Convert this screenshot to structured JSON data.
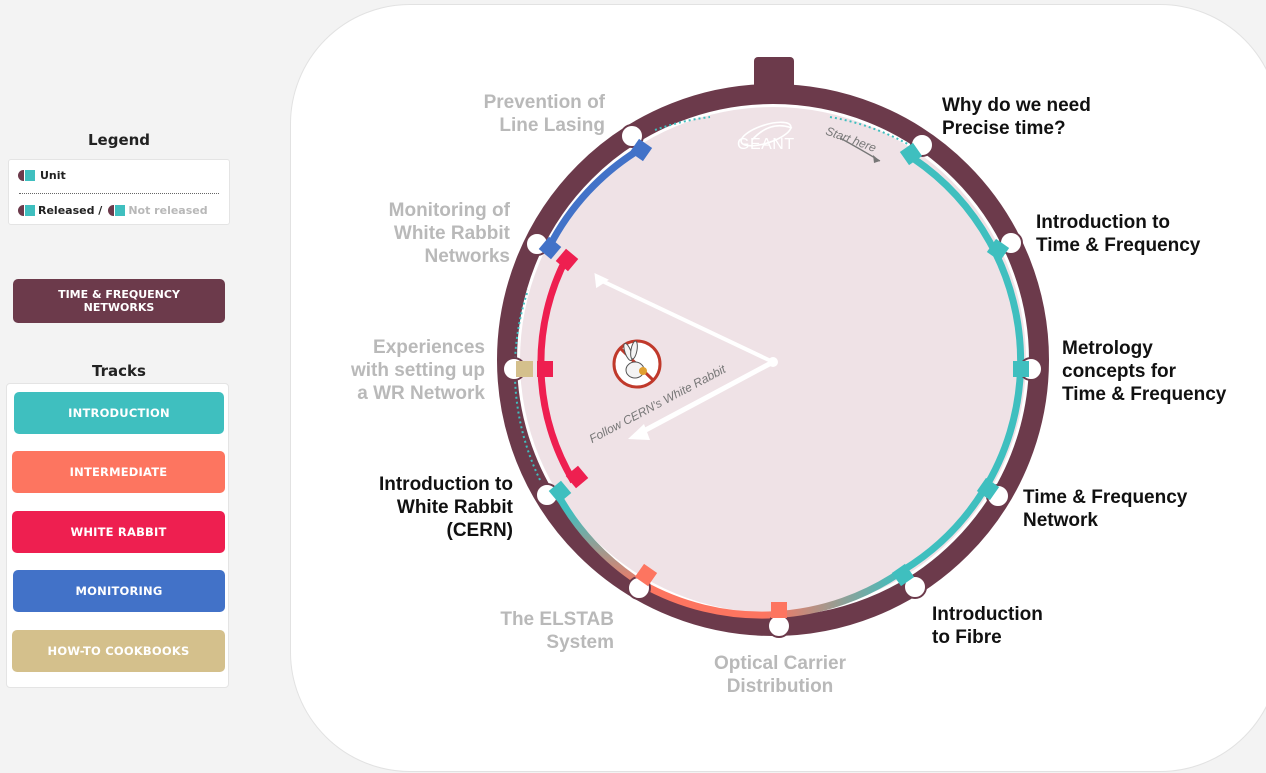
{
  "legend": {
    "title": "Legend",
    "unit_label": "Unit",
    "released_label": "Released /",
    "not_released_label": "Not released"
  },
  "program_button": "TIME & FREQUENCY\nNETWORKS",
  "tracks": {
    "title": "Tracks",
    "items": [
      {
        "label": "INTRODUCTION",
        "color": "#3fbfbf"
      },
      {
        "label": "INTERMEDIATE",
        "color": "#fd7560"
      },
      {
        "label": "WHITE RABBIT",
        "color": "#ee1f50"
      },
      {
        "label": "MONITORING",
        "color": "#4272c8"
      },
      {
        "label": "HOW-TO COOKBOOKS",
        "color": "#d4c08c"
      }
    ]
  },
  "map": {
    "logo_text": "GÉANT",
    "start_here": "Start here",
    "follow_text": "Follow CERN's White Rabbit",
    "ring_color": "#6c3a4b",
    "units": [
      {
        "label": "Why do we need\nPrecise time?",
        "released": true
      },
      {
        "label": "Introduction to\nTime & Frequency",
        "released": true
      },
      {
        "label": "Metrology\nconcepts for\nTime & Frequency",
        "released": true
      },
      {
        "label": "Time & Frequency\nNetwork",
        "released": true
      },
      {
        "label": "Introduction\nto Fibre",
        "released": true
      },
      {
        "label": "Optical Carrier\nDistribution",
        "released": false
      },
      {
        "label": "The ELSTAB\nSystem",
        "released": false
      },
      {
        "label": "Introduction to\nWhite Rabbit\n(CERN)",
        "released": true
      },
      {
        "label": "Experiences\nwith setting up\na WR Network",
        "released": false
      },
      {
        "label": "Monitoring of\nWhite Rabbit\nNetworks",
        "released": false
      },
      {
        "label": "Prevention of\nLine Lasing",
        "released": false
      }
    ]
  }
}
